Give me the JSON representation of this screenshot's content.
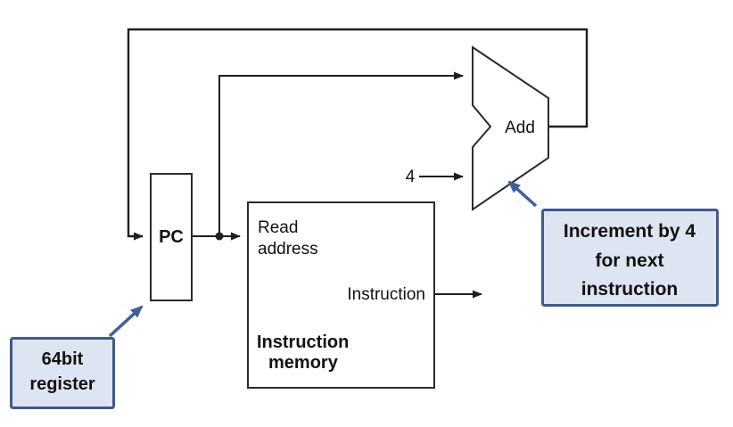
{
  "pc": {
    "label": "PC"
  },
  "memory": {
    "read_port_lines": [
      "Read",
      "address"
    ],
    "output_label": "Instruction",
    "name_lines": [
      "Instruction",
      "memory"
    ]
  },
  "adder": {
    "label": "Add",
    "constant_input": "4"
  },
  "callouts": {
    "pc_note": {
      "lines": [
        "64bit",
        "register"
      ]
    },
    "adder_note": {
      "lines": [
        "Increment by 4",
        "for next",
        "instruction"
      ]
    }
  },
  "colors": {
    "wire": "#1f1f1f",
    "component_stroke": "#2b2b2b",
    "component_fill": "#ffffff",
    "callout_fill": "#dde5f2",
    "callout_border": "#3e5a8f",
    "callout_arrow": "#3f5f9e",
    "text": "#111111"
  }
}
